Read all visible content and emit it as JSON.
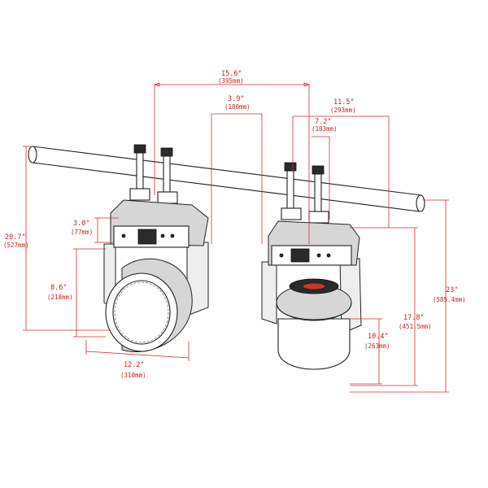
{
  "dimensions": {
    "overall_width": {
      "imperial": "15.6\"",
      "metric": "(395mm)"
    },
    "yoke_offset": {
      "imperial": "3.9\"",
      "metric": "(100mm)"
    },
    "base_width": {
      "imperial": "11.5\"",
      "metric": "(293mm)"
    },
    "clamp_span": {
      "imperial": "7.2\"",
      "metric": "(183mm)"
    },
    "base_height": {
      "imperial": "3.0\"",
      "metric": "(77mm)"
    },
    "total_height_left": {
      "imperial": "20.7\"",
      "metric": "(527mm)"
    },
    "head_height": {
      "imperial": "8.6\"",
      "metric": "(218mm)"
    },
    "head_width": {
      "imperial": "12.2\"",
      "metric": "(310mm)"
    },
    "head_depth": {
      "imperial": "10.4\"",
      "metric": "(263mm)"
    },
    "fixture_height": {
      "imperial": "17.8\"",
      "metric": "(451.5mm)"
    },
    "total_height_right": {
      "imperial": "23\"",
      "metric": "(585.4mm)"
    }
  },
  "colors": {
    "dimension": "#d23030",
    "outline": "#1e1e1e"
  }
}
